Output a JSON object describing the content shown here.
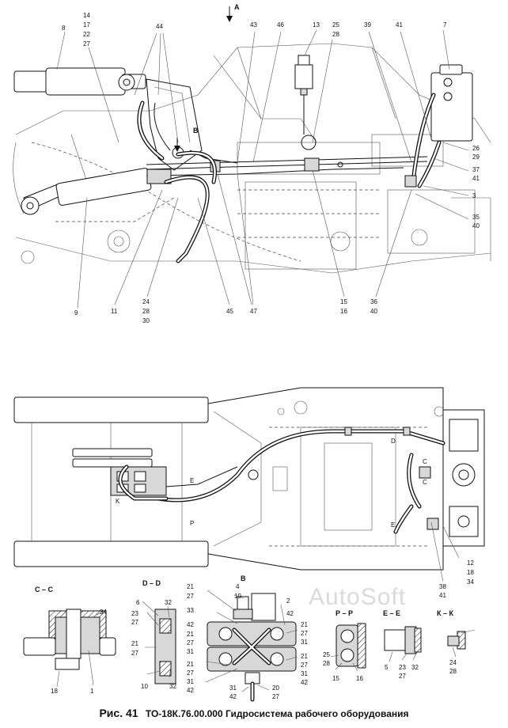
{
  "caption": {
    "figure_label": "Рис. 41",
    "title": "ТО-18К.76.00.000 Гидросистема рабочего оборудования"
  },
  "watermark": "AutoSoft",
  "view_arrows": [
    "А",
    "В"
  ],
  "callouts_top": [
    "14",
    "17",
    "22",
    "27",
    "8",
    "44",
    "43",
    "46",
    "13",
    "25",
    "28",
    "39",
    "41",
    "7",
    "26",
    "29",
    "37",
    "41",
    "3",
    "35",
    "40",
    "36",
    "40",
    "15",
    "16",
    "47",
    "45",
    "24",
    "28",
    "30",
    "11",
    "9"
  ],
  "sections": {
    "cc": {
      "title": "С – С",
      "labels": [
        "34",
        "18",
        "1"
      ]
    },
    "dd": {
      "title": "D – D",
      "labels": [
        "6",
        "23",
        "27",
        "32",
        "21",
        "27",
        "10",
        "32"
      ]
    },
    "b": {
      "title": "В",
      "labels": [
        "4",
        "19",
        "21",
        "27",
        "33",
        "2",
        "42",
        "21",
        "27",
        "31",
        "42",
        "21",
        "27",
        "31",
        "21",
        "27",
        "31",
        "42",
        "21",
        "27",
        "31",
        "42",
        "31",
        "42",
        "20",
        "27"
      ]
    },
    "pp": {
      "title": "Р – Р",
      "labels": [
        "25",
        "28",
        "15",
        "16"
      ]
    },
    "ee": {
      "title": "Е – Е",
      "labels": [
        "5",
        "23",
        "27",
        "32"
      ]
    },
    "kk": {
      "title": "К – К",
      "labels": [
        "24",
        "28"
      ]
    }
  },
  "plan_markers": [
    "D",
    "C",
    "C",
    "E",
    "E",
    "P",
    "K"
  ],
  "callouts_plan": [
    "38",
    "41",
    "12",
    "18",
    "34"
  ]
}
